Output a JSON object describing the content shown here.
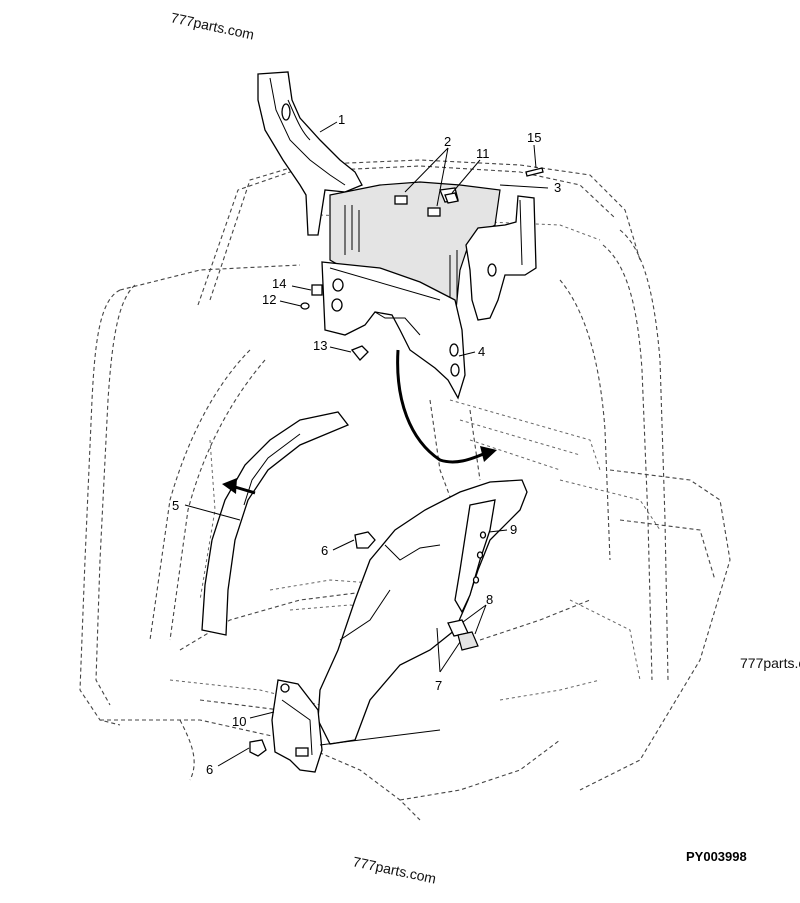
{
  "watermarks": [
    "777parts.com",
    "777parts.c",
    "777parts.com"
  ],
  "diagram_code": "PY003998",
  "callouts": [
    "1",
    "2",
    "11",
    "15",
    "3",
    "14",
    "12",
    "13",
    "4",
    "5",
    "6",
    "9",
    "8",
    "7",
    "10",
    "6"
  ]
}
